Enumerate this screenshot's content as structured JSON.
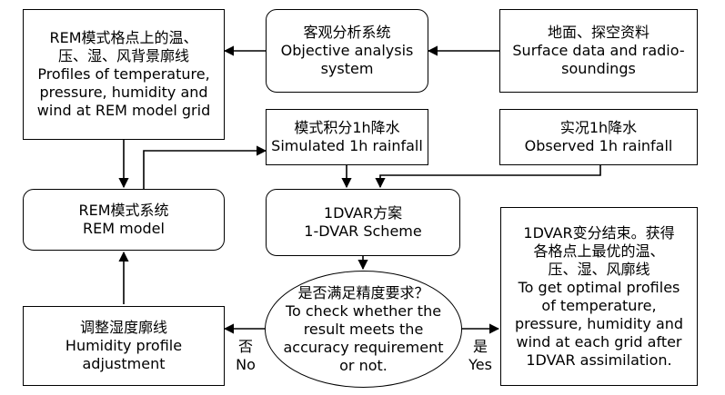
{
  "nodes": {
    "rem_profiles": {
      "lines": [
        "REM模式格点上的温、",
        "压、湿、风背景廓线",
        "Profiles of temperature,",
        "pressure, humidity and",
        "wind at REM model grid"
      ]
    },
    "objective_analysis": {
      "lines": [
        "客观分析系统",
        "Objective analysis",
        "system"
      ]
    },
    "surface_data": {
      "lines": [
        "地面、探空资料",
        "Surface data and radio-",
        "soundings"
      ]
    },
    "simulated_rainfall": {
      "lines": [
        "模式积分1h降水",
        "Simulated 1h rainfall"
      ]
    },
    "observed_rainfall": {
      "lines": [
        "实况1h降水",
        "Observed 1h rainfall"
      ]
    },
    "rem_model": {
      "lines": [
        "REM模式系统",
        "REM model"
      ]
    },
    "onedvar_scheme": {
      "lines": [
        "1DVAR方案",
        "1-DVAR Scheme"
      ]
    },
    "accuracy_check": {
      "lines": [
        "是否满足精度要求？",
        "To check whether the",
        "result meets the",
        "accuracy requirement",
        "or not."
      ]
    },
    "humidity_adjustment": {
      "lines": [
        "调整湿度廓线",
        "Humidity profile",
        "adjustment"
      ]
    },
    "optimal_profiles": {
      "lines": [
        "1DVAR变分结束。获得",
        "各格点上最优的温、",
        "压、湿、风廓线",
        "To get optimal profiles",
        "of temperature,",
        "pressure, humidity and",
        "wind at each grid after",
        "1DVAR assimilation."
      ]
    }
  },
  "edge_labels": {
    "no": [
      "否",
      "No"
    ],
    "yes": [
      "是",
      "Yes"
    ]
  }
}
